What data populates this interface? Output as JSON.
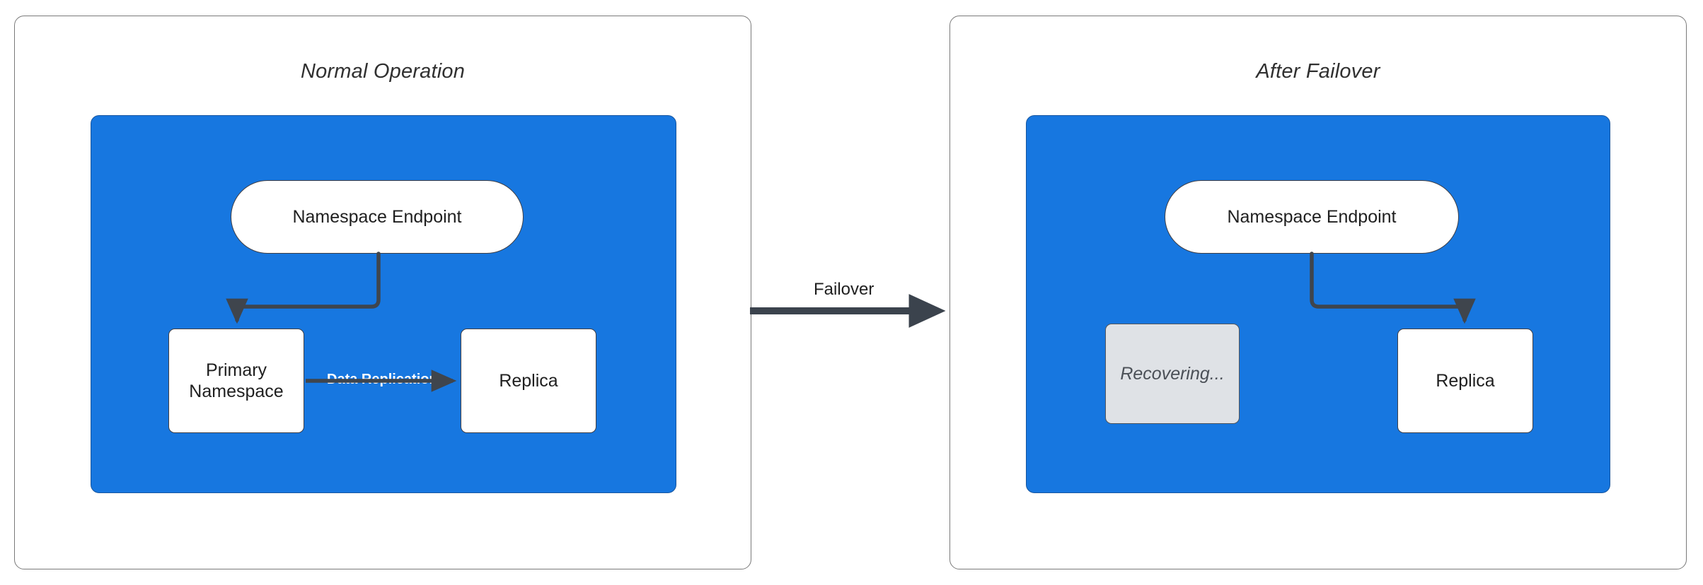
{
  "diagram": {
    "title_left": "Normal Operation",
    "title_right": "After Failover",
    "transition_label": "Failover",
    "colors": {
      "cluster_blue": "#1777e0",
      "node_white": "#ffffff",
      "node_disabled_gray": "#dfe2e6",
      "stroke_dark": "#3f3f46",
      "panel_border": "#7a7a7a",
      "edge_label_white": "#ffffff",
      "text_dark": "#1f1f1f"
    }
  },
  "panels": [
    {
      "id": "normal-operation",
      "title": "Normal Operation",
      "nodes": [
        {
          "id": "endpoint-left",
          "label": "Namespace Endpoint",
          "shape": "stadium",
          "state": "active"
        },
        {
          "id": "primary",
          "label": "Primary\nNamespace",
          "line1": "Primary",
          "line2": "Namespace",
          "shape": "rect",
          "state": "active"
        },
        {
          "id": "replica-left",
          "label": "Replica",
          "shape": "rect",
          "state": "active"
        }
      ],
      "edges": [
        {
          "from": "endpoint-left",
          "to": "primary",
          "label": ""
        },
        {
          "from": "primary",
          "to": "replica-left",
          "label": "Data Replication"
        }
      ]
    },
    {
      "id": "after-failover",
      "title": "After Failover",
      "nodes": [
        {
          "id": "endpoint-right",
          "label": "Namespace Endpoint",
          "shape": "stadium",
          "state": "active"
        },
        {
          "id": "recovering",
          "label": "Recovering...",
          "shape": "rect",
          "state": "disabled"
        },
        {
          "id": "replica-right",
          "label": "Replica",
          "shape": "rect",
          "state": "active"
        }
      ],
      "edges": [
        {
          "from": "endpoint-right",
          "to": "replica-right",
          "label": ""
        }
      ]
    }
  ]
}
